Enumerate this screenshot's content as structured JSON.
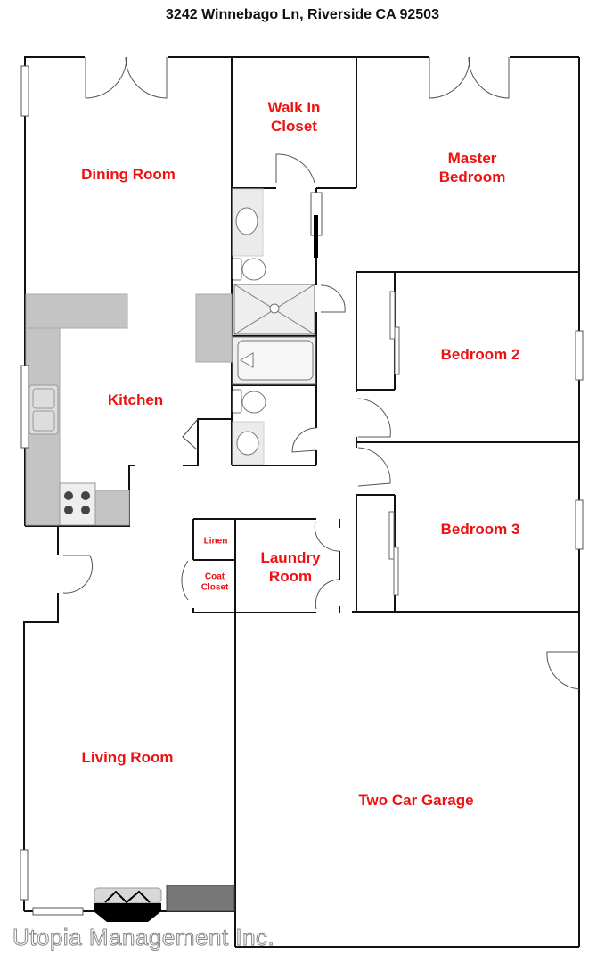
{
  "header": {
    "title": "3242 Winnebago Ln, Riverside CA 92503"
  },
  "rooms": {
    "dining_room": "Dining Room",
    "walk_in_closet_1": "Walk In",
    "walk_in_closet_2": "Closet",
    "master_bedroom_1": "Master",
    "master_bedroom_2": "Bedroom",
    "kitchen": "Kitchen",
    "bedroom_2": "Bedroom 2",
    "bedroom_3": "Bedroom 3",
    "linen": "Linen",
    "coat_closet_1": "Coat",
    "coat_closet_2": "Closet",
    "laundry_room_1": "Laundry",
    "laundry_room_2": "Room",
    "living_room": "Living Room",
    "garage": "Two Car Garage"
  },
  "watermark": "Utopia Management Inc.",
  "colors": {
    "label": "#ee1111",
    "wall": "#111111",
    "counter": "#c0c0c0",
    "fixture": "#eeeeee"
  }
}
